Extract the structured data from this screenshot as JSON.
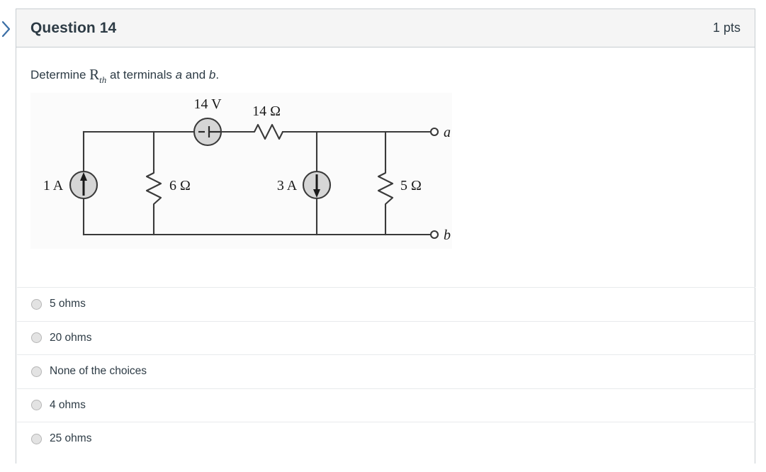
{
  "header": {
    "title": "Question 14",
    "points": "1 pts"
  },
  "prompt": {
    "lead": "Determine ",
    "symbol": "R",
    "subscript": "th",
    "mid": " at terminals ",
    "terminal_a": "a",
    "conjunction": " and ",
    "terminal_b": "b",
    "period": "."
  },
  "circuit": {
    "alt": "Circuit with 1 A source, 6 ohm resistor, 14 V source, 14 ohm resistor, 3 A source and 5 ohm resistor across terminals a and b",
    "labels": {
      "source_1a": "1 A",
      "resistor_6": "6 Ω",
      "source_14v": "14 V",
      "resistor_14": "14 Ω",
      "source_3a": "3 A",
      "resistor_5": "5 Ω",
      "terminal_a": "a",
      "terminal_b": "b",
      "polarity_minus": "−",
      "polarity_plus": "+"
    },
    "colors": {
      "wire": "#3a3a3a",
      "source_fill": "#d6d6d6",
      "background": "#fbfbfb"
    }
  },
  "answers": [
    {
      "label": "5 ohms",
      "selected": false
    },
    {
      "label": "20 ohms",
      "selected": false
    },
    {
      "label": "None of the choices",
      "selected": false
    },
    {
      "label": "4 ohms",
      "selected": false
    },
    {
      "label": "25 ohms",
      "selected": false
    }
  ]
}
